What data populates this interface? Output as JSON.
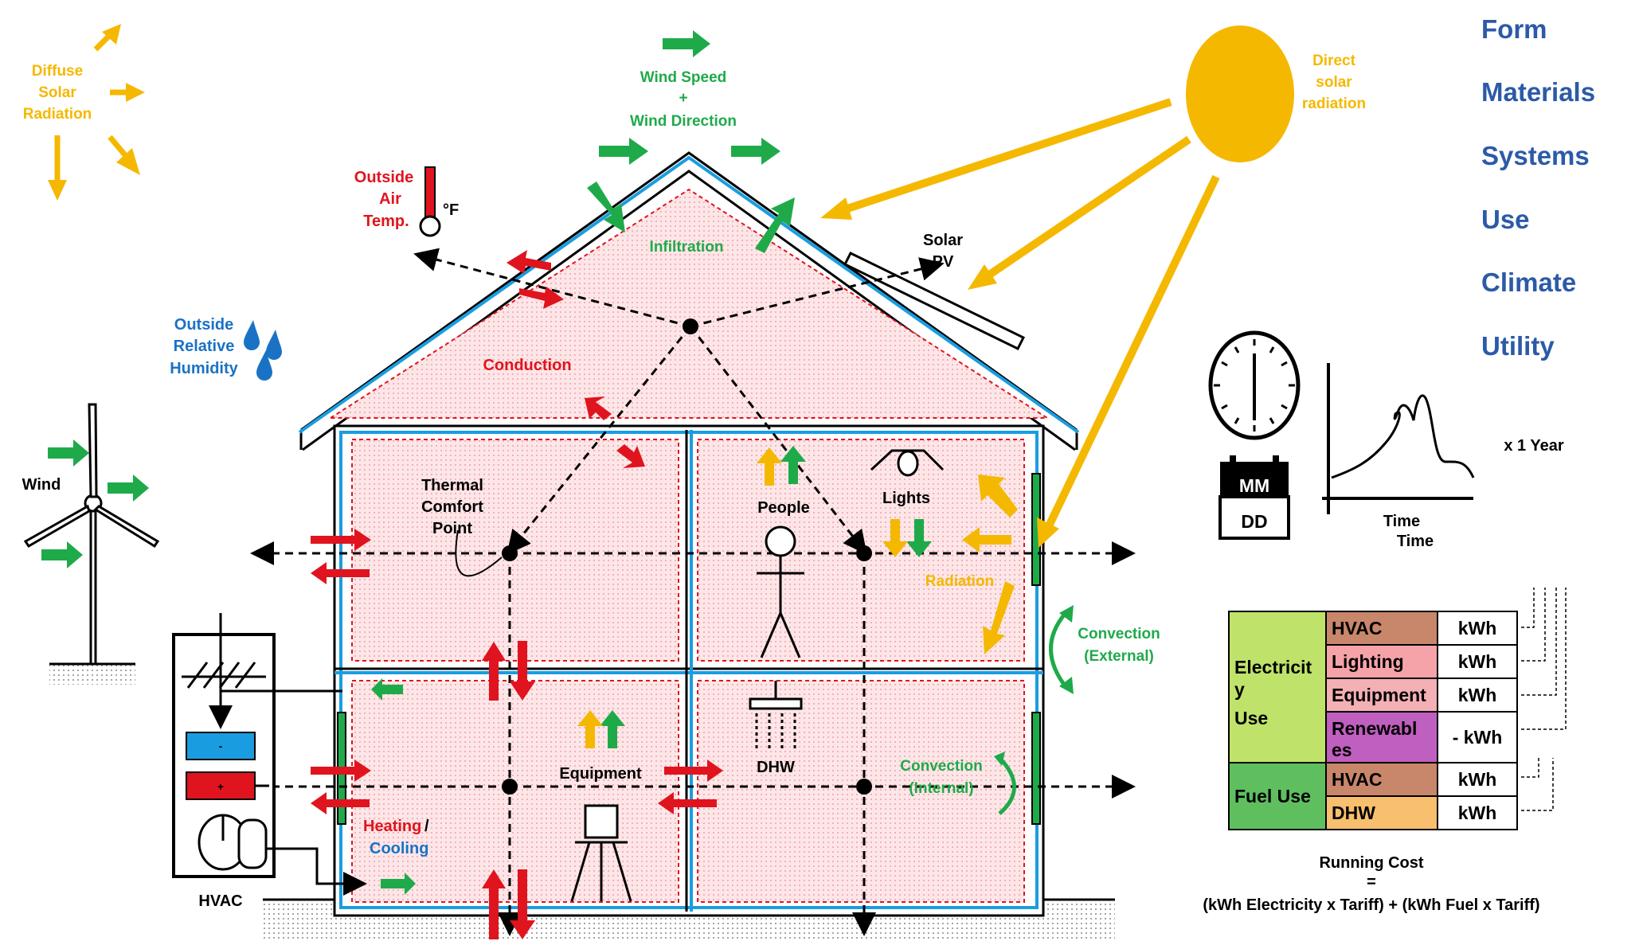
{
  "labels": {
    "diffuse": [
      "Diffuse",
      "Solar",
      "Radiation"
    ],
    "wind_speed": [
      "Wind Speed",
      "+",
      "Wind Direction"
    ],
    "direct": [
      "Direct",
      "solar",
      "radiation"
    ],
    "outside_air": [
      "Outside",
      "Air",
      "Temp."
    ],
    "degf": "°F",
    "infiltration": "Infiltration",
    "solar_pv": [
      "Solar",
      "PV"
    ],
    "humidity": [
      "Outside",
      "Relative",
      "Humidity"
    ],
    "conduction": "Conduction",
    "wind": "Wind",
    "thermal_comfort": [
      "Thermal",
      "Comfort",
      "Point"
    ],
    "people": "People",
    "lights": "Lights",
    "radiation": "Radiation",
    "conv_ext": [
      "Convection",
      "(External)"
    ],
    "conv_int": [
      "Convection",
      "(Internal)"
    ],
    "equipment": "Equipment",
    "dhw": "DHW",
    "heating": "Heating",
    "slash": "/",
    "cooling": "Cooling",
    "hvac": "HVAC",
    "mm": "MM",
    "dd": "DD",
    "x1year": "x 1 Year",
    "time1": "Time",
    "time2": "Time"
  },
  "side_list": [
    "Form",
    "Materials",
    "Systems",
    "Use",
    "Climate",
    "Utility"
  ],
  "energy_table": {
    "electricity_label": [
      "Electricit",
      "y",
      "Use"
    ],
    "fuel_label": "Fuel Use",
    "rows": [
      {
        "item": "HVAC",
        "unit": "kWh",
        "color": "#c8866a"
      },
      {
        "item": "Lighting",
        "unit": "kWh",
        "color": "#f5a3a9"
      },
      {
        "item": "Equipment",
        "unit": "kWh",
        "color": "#f3b0b5"
      },
      {
        "item": "Renewabl",
        "item2": "es",
        "unit": "- kWh",
        "color": "#bf5fbf"
      },
      {
        "item": "HVAC",
        "unit": "kWh",
        "color": "#c8866a"
      },
      {
        "item": "DHW",
        "unit": "kWh",
        "color": "#f7bf6e"
      }
    ],
    "electricity_color": "#bfe36a",
    "fuel_color": "#5fbf5f"
  },
  "running_cost": {
    "title": "Running Cost",
    "eq": "=",
    "formula": "(kWh Electricity x Tariff) + (kWh Fuel x Tariff)"
  },
  "colors": {
    "solar": "#f5b800",
    "wind": "#1faa4a",
    "heat": "#e0141e",
    "cool": "#1a9de0",
    "humidity": "#1a72c4",
    "side_text": "#2c5aa8",
    "room_fill": "#fde4e6"
  }
}
